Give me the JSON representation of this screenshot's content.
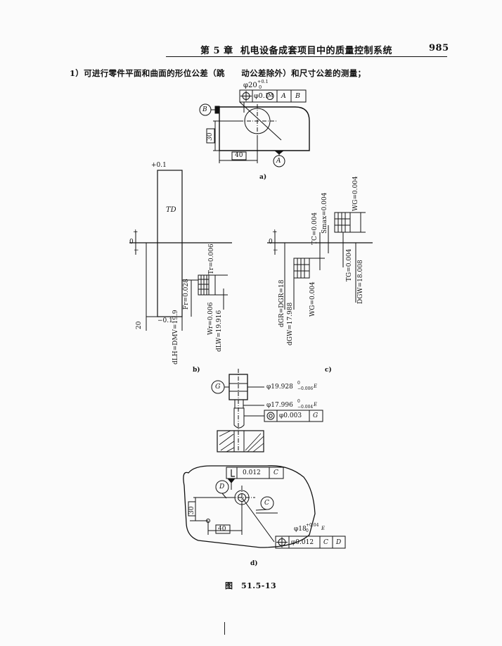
{
  "header": {
    "chapter": "第 5 章",
    "title": "机电设备成套项目中的质量控制系统",
    "page_number": "985"
  },
  "intro_text": "1）可进行零件平面和曲面的形位公差（跳　　动公差除外）和尺寸公差的测量；",
  "figure_a": {
    "diameter_label": "φ20",
    "tol_upper": "+0.1",
    "tol_lower": "0",
    "frame_value": "φ0.1",
    "frame_modifier": "M",
    "datum_1": "A",
    "datum_2": "B",
    "datum_b_label": "B",
    "datum_a_label": "A",
    "dim_vertical": "30",
    "dim_horizontal": "40",
    "caption": "a)"
  },
  "figure_b": {
    "top_label": "+0.1",
    "td_label": "TD",
    "plus": "+",
    "zero": "0",
    "minus": "−",
    "bottom_label": "−0.1",
    "twenty": "20",
    "ft_label": "Fr=0.028",
    "ti_label": "Tr=0.006",
    "wi_label": "Wr=0.006",
    "dlw_label": "dLW=19.916",
    "dlh_label": "dLH=DMV=19.9",
    "caption": "b)"
  },
  "figure_c": {
    "plus": "+",
    "zero": "0",
    "minus": "−",
    "wg_top_label": "WG=0.004",
    "smax_label": "Smax=0.004",
    "tc_label": "TC=0.004",
    "tg_label": "TG=0.004",
    "dgw_label": "DGW=18.008",
    "dgr_label": "dGR=DGR=18",
    "dgw_small_label": "dGW=17.988",
    "wg_bottom_label": "WG=0.004",
    "caption": "c)"
  },
  "figure_d": {
    "g_label": "G",
    "dia_upper": "φ19.928",
    "dia_upper_tol_upper": "0",
    "dia_upper_tol_lower": "−0.006",
    "dia_upper_mod": "E",
    "dia_lower": "φ17.996",
    "dia_lower_tol_upper": "0",
    "dia_lower_tol_lower": "−0.004",
    "dia_lower_mod": "E",
    "conc_value": "φ0.003",
    "conc_datum": "G",
    "perp_value": "0.012",
    "perp_datum": "C",
    "d_label": "D",
    "c_label": "C",
    "dim_vertical": "30",
    "dim_horizontal": "40",
    "hole_dia": "φ18",
    "hole_tol_upper": "+0.04",
    "hole_tol_lower": "0",
    "hole_mod": "E",
    "pos_value": "φ0.012",
    "pos_datum_1": "C",
    "pos_datum_2": "D",
    "caption": "d)"
  },
  "figure_caption": "图　51.5-13"
}
